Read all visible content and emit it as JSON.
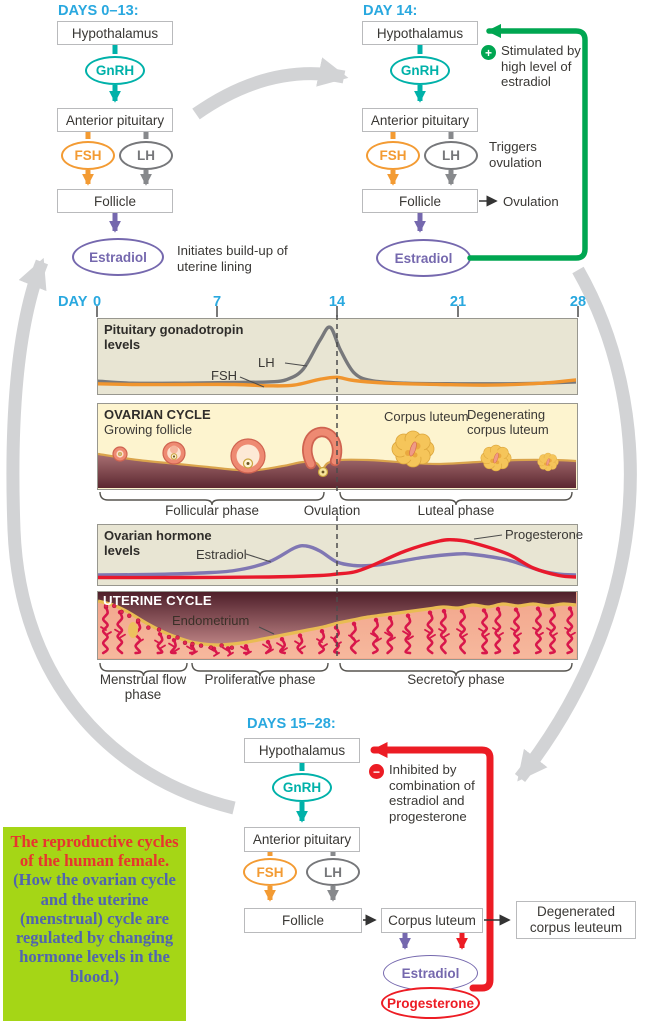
{
  "flow1": {
    "title": "DAYS 0–13:",
    "hypothalamus": "Hypothalamus",
    "gnrh": "GnRH",
    "pituitary": "Anterior pituitary",
    "fsh": "FSH",
    "lh": "LH",
    "follicle": "Follicle",
    "estradiol": "Estradiol",
    "note": "Initiates build-up of uterine lining"
  },
  "flow2": {
    "title": "DAY 14:",
    "hypothalamus": "Hypothalamus",
    "gnrh": "GnRH",
    "pituitary": "Anterior pituitary",
    "fsh": "FSH",
    "lh": "LH",
    "follicle": "Follicle",
    "estradiol": "Estradiol",
    "plus": "+",
    "stimulated": "Stimulated by high level of estradiol",
    "triggers": "Triggers ovulation",
    "ovulation": "Ovulation"
  },
  "flow3": {
    "title": "DAYS 15–28:",
    "hypothalamus": "Hypothalamus",
    "gnrh": "GnRH",
    "pituitary": "Anterior pituitary",
    "fsh": "FSH",
    "lh": "LH",
    "follicle": "Follicle",
    "corpus_luteum": "Corpus luteum",
    "degenerated": "Degenerated corpus leuteum",
    "estradiol": "Estradiol",
    "progesterone": "Progesterone",
    "minus": "−",
    "inhibited": "Inhibited by combination of estradiol and progesterone"
  },
  "timeline": {
    "day": "DAY",
    "ticks": [
      "0",
      "7",
      "14",
      "21",
      "28"
    ]
  },
  "panels": {
    "gonadotropin": {
      "title": "Pituitary gonadotropin levels",
      "lh": "LH",
      "fsh": "FSH"
    },
    "ovarian": {
      "title": "OVARIAN CYCLE",
      "growing": "Growing follicle",
      "corpus_luteum": "Corpus luteum",
      "degenerating": "Degenerating corpus luteum"
    },
    "hormone": {
      "title": "Ovarian hormone levels",
      "estradiol": "Estradiol",
      "progesterone": "Progesterone"
    },
    "uterine": {
      "title": "UTERINE CYCLE",
      "endometrium": "Endometrium"
    }
  },
  "phases": {
    "ovarian": [
      "Follicular phase",
      "Ovulation",
      "Luteal phase"
    ],
    "uterine": [
      "Menstrual flow phase",
      "Proliferative phase",
      "Secretory phase"
    ]
  },
  "caption": {
    "title": "The reproductive cycles of the human female.",
    "subtitle": "(How the ovarian cycle and the uterine (menstrual) cycle are regulated by changing hormone levels in the blood.)"
  },
  "colors": {
    "heading_cyan": "#29a8df",
    "gnrh_teal": "#00b1a9",
    "fsh_orange": "#f39b33",
    "lh_gray": "#76777a",
    "estradiol_purple": "#7568ae",
    "progesterone_red": "#ed1c24",
    "feedback_green": "#00a651",
    "feedback_red": "#ec1c24",
    "cycle_gray": "#d2d3d5"
  },
  "chart_data": [
    {
      "type": "line",
      "title": "Pituitary gonadotropin levels",
      "xlabel": "Day",
      "x_range": [
        0,
        28
      ],
      "ylim": [
        0,
        100
      ],
      "grid": false,
      "series": [
        {
          "name": "LH",
          "color": "#77787b",
          "points": [
            [
              0,
              12
            ],
            [
              2,
              9
            ],
            [
              5,
              9
            ],
            [
              8,
              10
            ],
            [
              10,
              11
            ],
            [
              11,
              14
            ],
            [
              12,
              30
            ],
            [
              13,
              75
            ],
            [
              13.6,
              95
            ],
            [
              14.2,
              60
            ],
            [
              15,
              25
            ],
            [
              16,
              13
            ],
            [
              18,
              9
            ],
            [
              21,
              8
            ],
            [
              24,
              8
            ],
            [
              26,
              9
            ],
            [
              28,
              11
            ]
          ]
        },
        {
          "name": "FSH",
          "color": "#f0952e",
          "points": [
            [
              0,
              8
            ],
            [
              2,
              7
            ],
            [
              5,
              7
            ],
            [
              8,
              7
            ],
            [
              10,
              5
            ],
            [
              11.5,
              6
            ],
            [
              13,
              15
            ],
            [
              14,
              18
            ],
            [
              15,
              13
            ],
            [
              17,
              9
            ],
            [
              20,
              7
            ],
            [
              23,
              6
            ],
            [
              26,
              9
            ],
            [
              28,
              14
            ]
          ]
        }
      ]
    },
    {
      "type": "line",
      "title": "Ovarian hormone levels",
      "xlabel": "Day",
      "x_range": [
        0,
        28
      ],
      "ylim": [
        0,
        100
      ],
      "grid": false,
      "series": [
        {
          "name": "Estradiol",
          "color": "#8077b3",
          "points": [
            [
              0,
              10
            ],
            [
              3,
              11
            ],
            [
              6,
              14
            ],
            [
              8,
              19
            ],
            [
              10,
              36
            ],
            [
              11.5,
              64
            ],
            [
              12.2,
              68
            ],
            [
              13,
              58
            ],
            [
              14,
              36
            ],
            [
              15,
              29
            ],
            [
              16,
              29
            ],
            [
              17,
              33
            ],
            [
              19,
              45
            ],
            [
              21,
              52
            ],
            [
              22,
              51
            ],
            [
              24,
              40
            ],
            [
              26,
              18
            ],
            [
              27,
              12
            ],
            [
              28,
              10
            ]
          ]
        },
        {
          "name": "Progesterone",
          "color": "#e8192c",
          "points": [
            [
              0,
              5
            ],
            [
              5,
              5
            ],
            [
              10,
              6
            ],
            [
              13,
              9
            ],
            [
              14,
              12
            ],
            [
              15,
              16
            ],
            [
              16,
              28
            ],
            [
              18,
              58
            ],
            [
              20,
              78
            ],
            [
              21,
              80
            ],
            [
              22,
              74
            ],
            [
              24,
              52
            ],
            [
              25.5,
              24
            ],
            [
              27,
              9
            ],
            [
              28,
              6
            ]
          ]
        }
      ]
    }
  ]
}
